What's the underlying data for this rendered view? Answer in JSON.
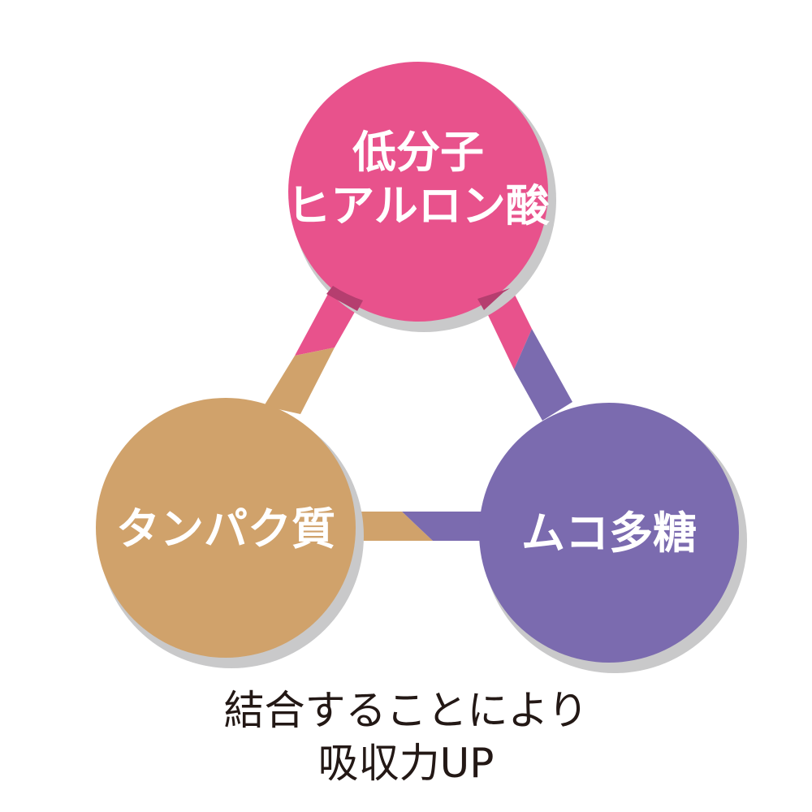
{
  "colors": {
    "pink": "#e8528c",
    "pink_dark": "#b53e6f",
    "purple": "#7b6baf",
    "tan": "#d0a26b",
    "shadow": "#c9c9ca",
    "text_dark": "#231815",
    "text_light": "#ffffff"
  },
  "nodes": {
    "top": {
      "line1": "低分子",
      "line2": "ヒアルロン酸"
    },
    "left": {
      "label": "タンパク質"
    },
    "right": {
      "label": "ムコ多糖"
    }
  },
  "caption": {
    "line1": "結合することにより",
    "line2": "吸収力UP"
  }
}
